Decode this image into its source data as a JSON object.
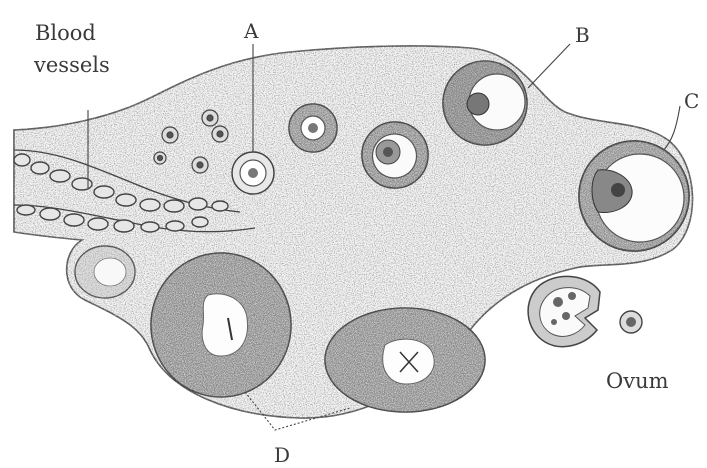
{
  "diagram": {
    "labels": {
      "blood_vessels_line1": "Blood",
      "blood_vessels_line2": "vessels",
      "a": "A",
      "b": "B",
      "c": "C",
      "d": "D",
      "ovum": "Ovum"
    }
  }
}
